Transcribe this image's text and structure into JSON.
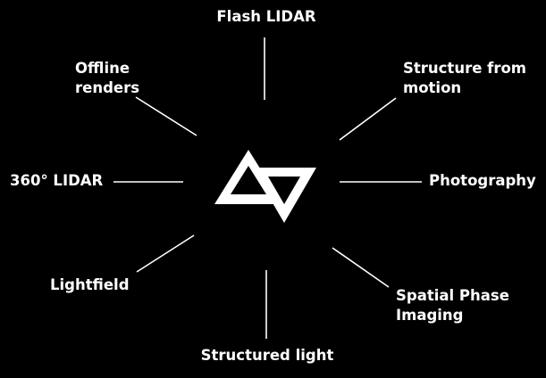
{
  "colors": {
    "background": "#000000",
    "foreground": "#ffffff"
  },
  "logo": {
    "icon": "triangle-logo-icon"
  },
  "labels": {
    "flash_lidar": "Flash LIDAR",
    "offline_renders": [
      "Offline",
      "renders"
    ],
    "structure_from_motion": [
      "Structure from",
      "motion"
    ],
    "lidar_360": "360° LIDAR",
    "photography": "Photography",
    "lightfield": "Lightfield",
    "spatial_phase_imaging": [
      "Spatial Phase",
      "Imaging"
    ],
    "structured_light": "Structured light"
  }
}
